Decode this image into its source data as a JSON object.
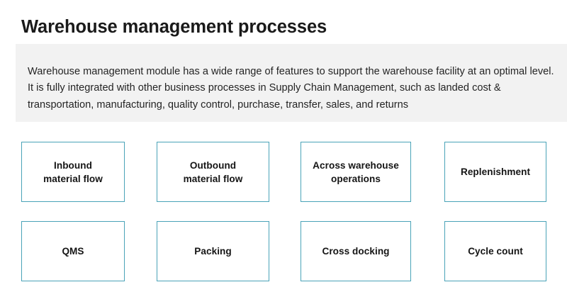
{
  "page": {
    "title": "Warehouse management processes",
    "background_color": "#ffffff"
  },
  "intro": {
    "panel_color": "#f2f2f2",
    "text": "Warehouse management module has a wide range of features to support the warehouse facility at an optimal level. It is fully integrated with other business processes in Supply Chain Management, such as landed cost & transportation, manufacturing, quality control, purchase, transfer, sales, and returns"
  },
  "cards": {
    "border_color": "#4aa3b8",
    "rows": [
      [
        {
          "label": "Inbound\nmaterial flow"
        },
        {
          "label": "Outbound\nmaterial flow"
        },
        {
          "label": "Across warehouse\noperations"
        },
        {
          "label": "Replenishment"
        }
      ],
      [
        {
          "label": "QMS"
        },
        {
          "label": "Packing"
        },
        {
          "label": "Cross docking"
        },
        {
          "label": "Cycle count"
        }
      ]
    ]
  }
}
